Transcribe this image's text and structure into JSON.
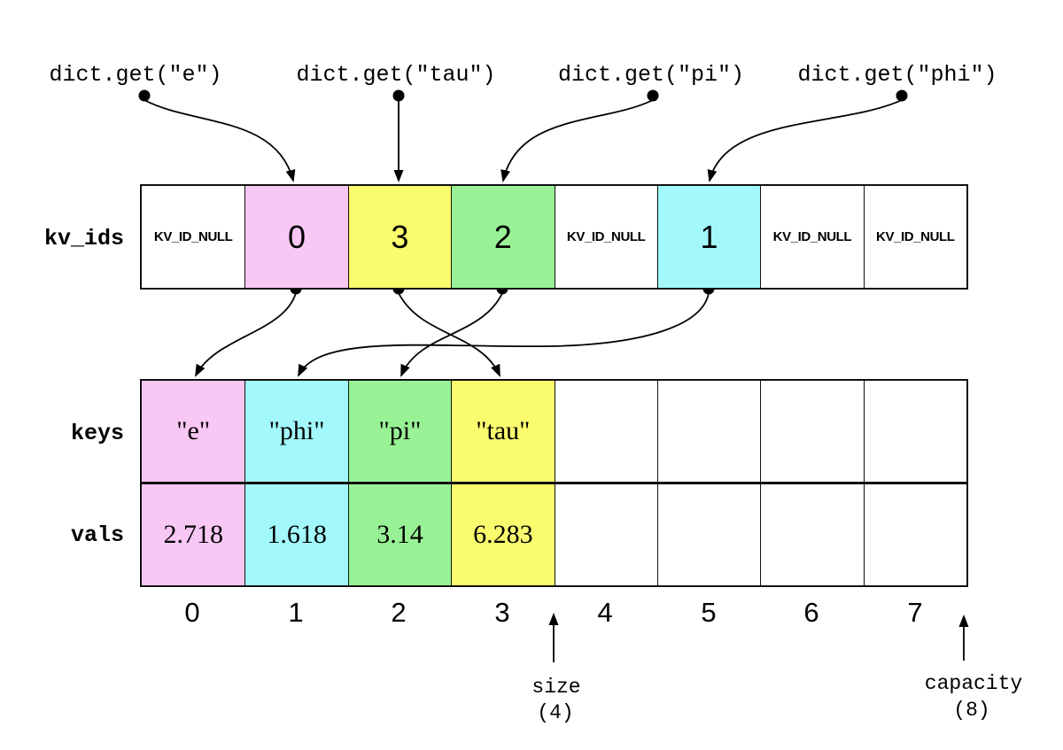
{
  "calls": [
    {
      "label": "dict.get(\"e\")"
    },
    {
      "label": "dict.get(\"tau\")"
    },
    {
      "label": "dict.get(\"pi\")"
    },
    {
      "label": "dict.get(\"phi\")"
    }
  ],
  "tables": {
    "kv_ids": {
      "label": "kv_ids",
      "cells": [
        {
          "text": "KV_ID_NULL",
          "color": "white"
        },
        {
          "text": "0",
          "color": "pink"
        },
        {
          "text": "3",
          "color": "yellow"
        },
        {
          "text": "2",
          "color": "green"
        },
        {
          "text": "KV_ID_NULL",
          "color": "white"
        },
        {
          "text": "1",
          "color": "cyan"
        },
        {
          "text": "KV_ID_NULL",
          "color": "white"
        },
        {
          "text": "KV_ID_NULL",
          "color": "white"
        }
      ]
    },
    "keys": {
      "label": "keys",
      "cells": [
        {
          "text": "\"e\"",
          "color": "pink"
        },
        {
          "text": "\"phi\"",
          "color": "cyan"
        },
        {
          "text": "\"pi\"",
          "color": "green"
        },
        {
          "text": "\"tau\"",
          "color": "yellow"
        },
        {
          "text": "",
          "color": "white"
        },
        {
          "text": "",
          "color": "white"
        },
        {
          "text": "",
          "color": "white"
        },
        {
          "text": "",
          "color": "white"
        }
      ]
    },
    "vals": {
      "label": "vals",
      "cells": [
        {
          "text": "2.718",
          "color": "pink"
        },
        {
          "text": "1.618",
          "color": "cyan"
        },
        {
          "text": "3.14",
          "color": "green"
        },
        {
          "text": "6.283",
          "color": "yellow"
        },
        {
          "text": "",
          "color": "white"
        },
        {
          "text": "",
          "color": "white"
        },
        {
          "text": "",
          "color": "white"
        },
        {
          "text": "",
          "color": "white"
        }
      ]
    }
  },
  "indices": [
    "0",
    "1",
    "2",
    "3",
    "4",
    "5",
    "6",
    "7"
  ],
  "annotations": {
    "size_label": "size",
    "size_value": "(4)",
    "capacity_label": "capacity",
    "capacity_value": "(8)"
  },
  "colors": {
    "pink": "#f9c7f3",
    "cyan": "#a2f8fb",
    "green": "#98f295",
    "yellow": "#fbfb6e",
    "white": "#ffffff",
    "line": "#000000"
  }
}
